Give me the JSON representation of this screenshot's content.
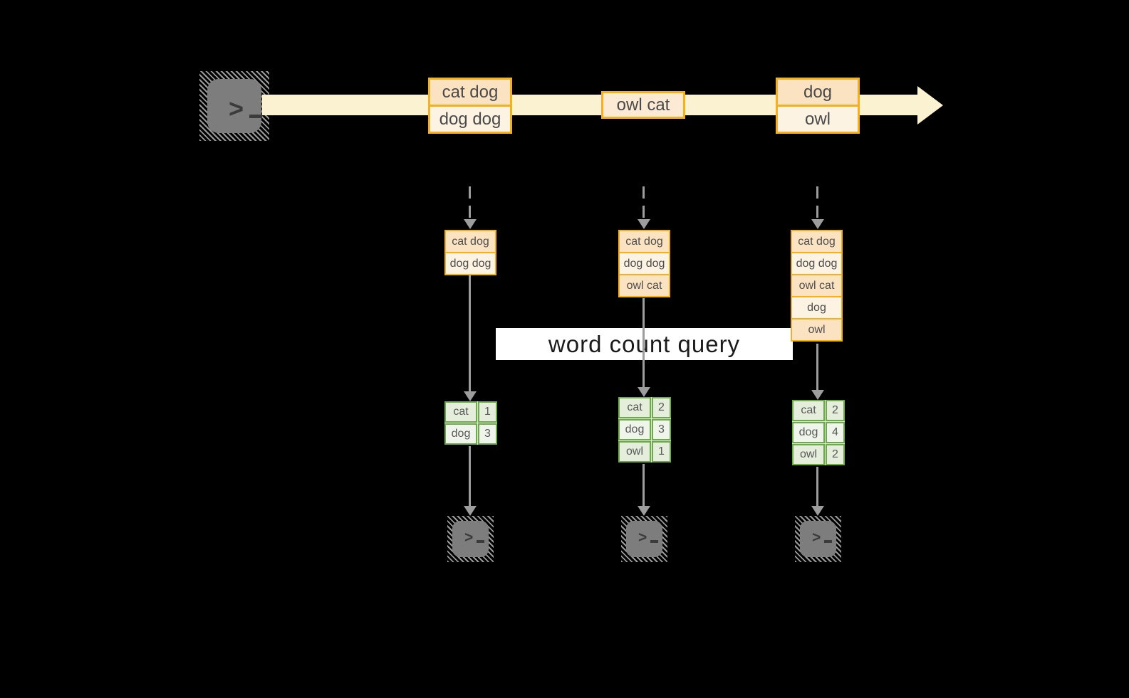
{
  "diagram": {
    "query_label": "word count query",
    "colors": {
      "background": "#000000",
      "stream_fill": "#fbf2d2",
      "record_border": "#f5b11c",
      "record_fill_dark": "#fbe3c1",
      "record_fill_light": "#fdf3e3",
      "table_border": "#6fa94d",
      "table_fill_dark": "#e5eddb",
      "table_fill_light": "#f0f5eb",
      "connector_gray": "#9d9d9d",
      "terminal_gray": "#7d7d7d",
      "query_text_color": "#1b1b1b"
    },
    "icons": {
      "source": "terminal-icon",
      "sinks": [
        "terminal-icon",
        "terminal-icon",
        "terminal-icon"
      ]
    }
  },
  "stream": {
    "records": [
      {
        "lines": [
          "cat dog",
          "dog dog"
        ]
      },
      {
        "lines": [
          "owl cat"
        ]
      },
      {
        "lines": [
          "dog",
          "owl"
        ]
      }
    ]
  },
  "columns": [
    {
      "state": [
        "cat dog",
        "dog dog"
      ],
      "result": [
        [
          "cat",
          "1"
        ],
        [
          "dog",
          "3"
        ]
      ]
    },
    {
      "state": [
        "cat dog",
        "dog dog",
        "owl cat"
      ],
      "result": [
        [
          "cat",
          "2"
        ],
        [
          "dog",
          "3"
        ],
        [
          "owl",
          "1"
        ]
      ]
    },
    {
      "state": [
        "cat dog",
        "dog dog",
        "owl cat",
        "dog",
        "owl"
      ],
      "result": [
        [
          "cat",
          "2"
        ],
        [
          "dog",
          "4"
        ],
        [
          "owl",
          "2"
        ]
      ]
    }
  ]
}
